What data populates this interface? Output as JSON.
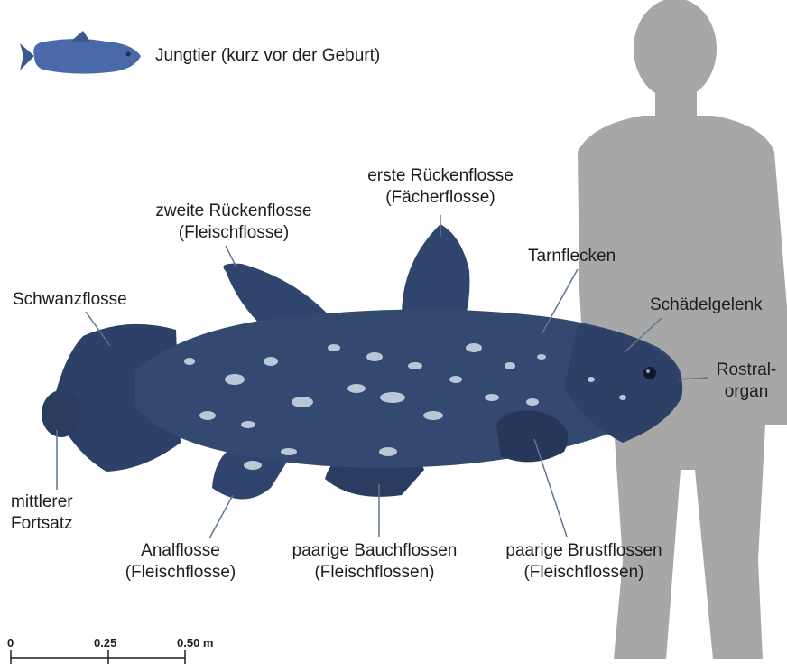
{
  "legend": {
    "juvenile_label": "Jungtier (kurz vor der Geburt)"
  },
  "labels": {
    "first_dorsal": [
      "erste Rückenflosse",
      "(Fächerflosse)"
    ],
    "second_dorsal": [
      "zweite Rückenflosse",
      "(Fleischflosse)"
    ],
    "camouflage": [
      "Tarnflecken"
    ],
    "tail_fin": [
      "Schwanzflosse"
    ],
    "skull_joint": [
      "Schädelgelenk"
    ],
    "rostral_organ": [
      "Rostral-",
      "organ"
    ],
    "middle_lobe": [
      "mittlerer",
      "Fortsatz"
    ],
    "anal_fin": [
      "Analflosse",
      "(Fleischflosse)"
    ],
    "pelvic_fins": [
      "paarige Bauchflossen",
      "(Fleischflossen)"
    ],
    "pectoral_fins": [
      "paarige Brustflossen",
      "(Fleischflossen)"
    ]
  },
  "scale_bar": {
    "ticks": [
      "0",
      "0.25",
      "0.50 m"
    ]
  },
  "colors": {
    "fish_body": "#34496f",
    "fish_dark": "#1f2e4a",
    "spots": "#b9c7d8",
    "human_silhouette": "#a7a7a7",
    "leader_line": "#5f7590",
    "text": "#1d1d1b"
  }
}
